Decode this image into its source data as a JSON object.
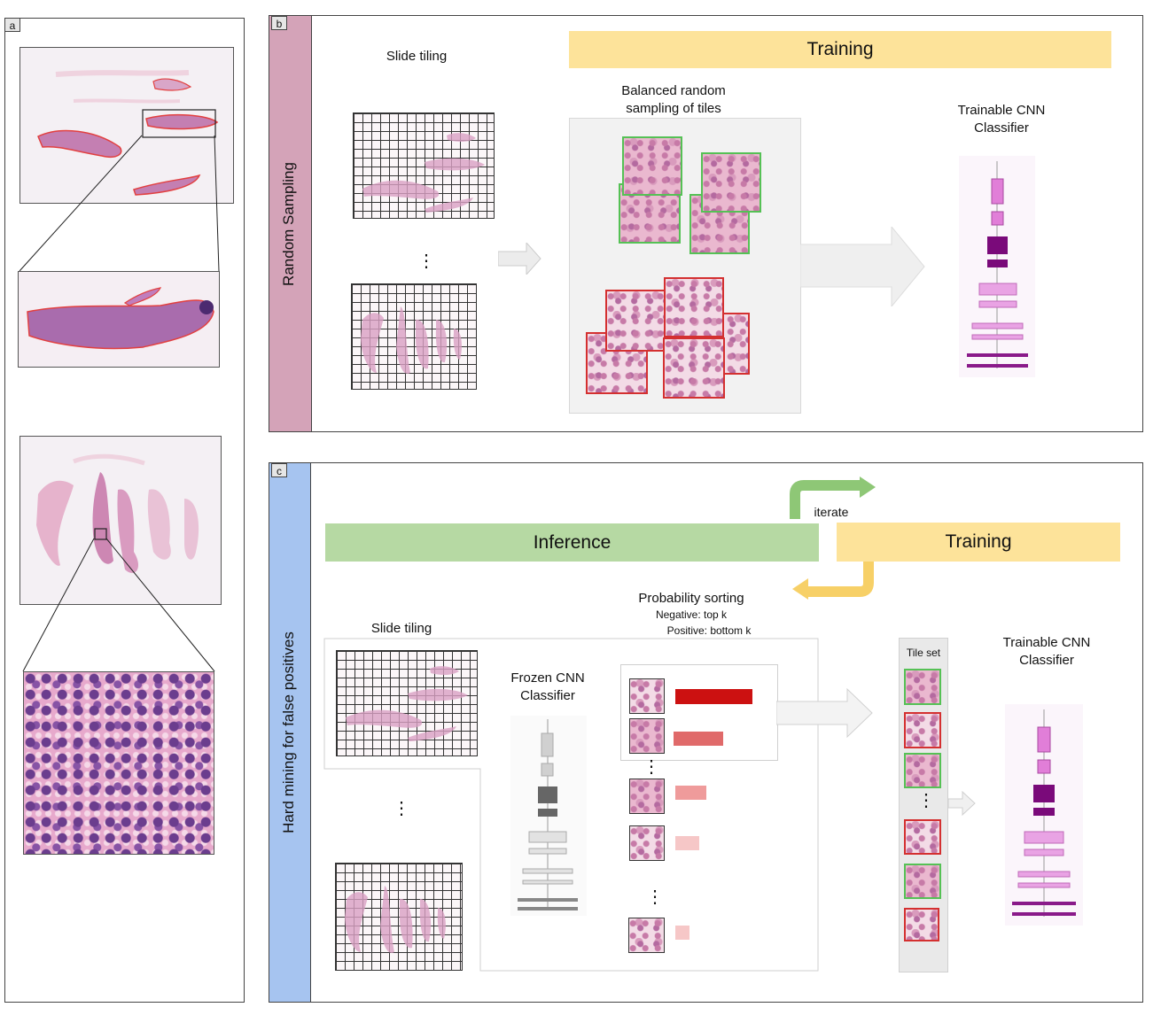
{
  "panels": {
    "a": {
      "letter": "a"
    },
    "b": {
      "letter": "b",
      "side_label": "Random Sampling"
    },
    "c": {
      "letter": "c",
      "side_label": "Hard mining for false positives"
    }
  },
  "panel_b": {
    "slide_tiling": "Slide tiling",
    "training_banner": "Training",
    "balanced_line1": "Balanced random",
    "balanced_line2": "sampling of tiles",
    "cnn_line1": "Trainable CNN",
    "cnn_line2": "Classifier",
    "ellipsis": "⋮"
  },
  "panel_c": {
    "inference_banner": "Inference",
    "training_banner": "Training",
    "iterate": "iterate",
    "slide_tiling": "Slide tiling",
    "prob_title": "Probability sorting",
    "prob_neg": "Negative: top k",
    "prob_pos": "Positive: bottom k",
    "frozen_line1": "Frozen CNN",
    "frozen_line2": "Classifier",
    "tile_set": "Tile set",
    "cnn_line1": "Trainable CNN",
    "cnn_line2": "Classifier",
    "ellipsis": "⋮"
  },
  "colors": {
    "panel_b_side": "#d4a3b8",
    "panel_c_side": "#a6c4f0",
    "training_banner": "#fde39a",
    "inference_banner": "#b6d9a3",
    "iterate_arrow_top": "#8ec776",
    "iterate_arrow_bottom": "#f7d067",
    "prob_bars": [
      "#cc1111",
      "#e06a6a",
      "#ef9b9b",
      "#f6c7c7",
      "#f6c7c7"
    ],
    "cnn_trainable": "#e17ed8",
    "cnn_trainable_dark": "#7a0a7a",
    "cnn_frozen": "#d0d0d0",
    "cnn_frozen_dark": "#666666"
  }
}
